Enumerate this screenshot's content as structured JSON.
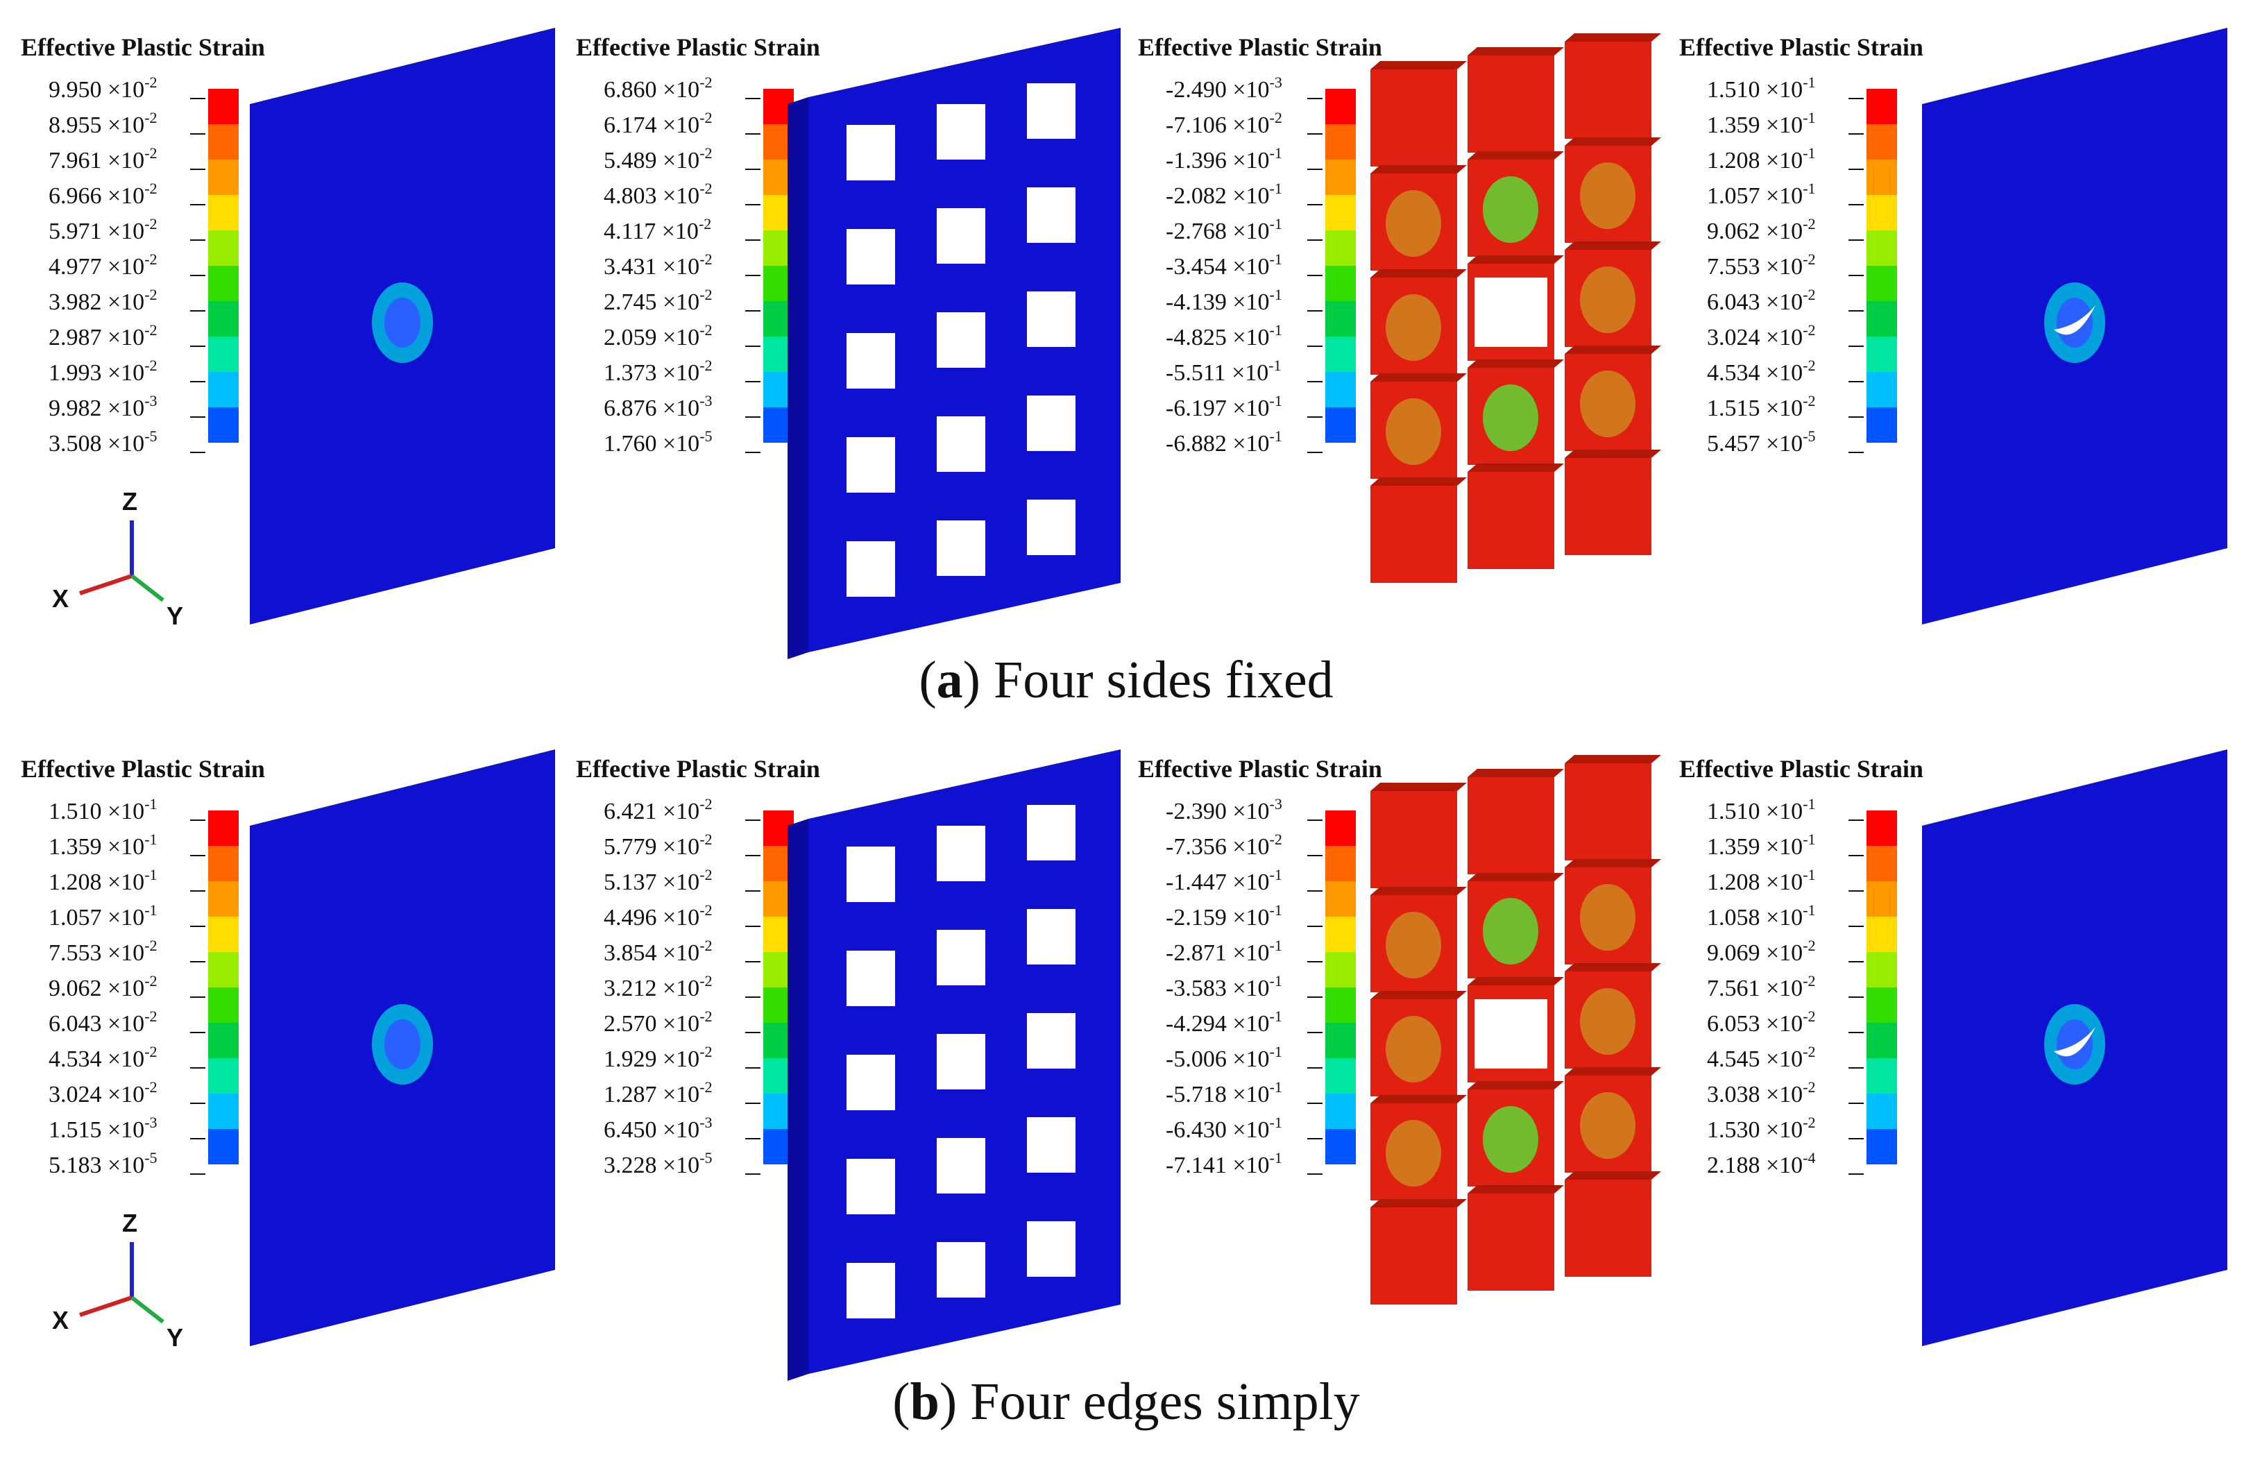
{
  "colors": {
    "scale": [
      "#0000ff",
      "#0055ff",
      "#00bfff",
      "#00e6a0",
      "#00cc44",
      "#33dd00",
      "#99ee00",
      "#ffdd00",
      "#ff9900",
      "#ff6600",
      "#ff0000"
    ],
    "model_blue": "#1010d0",
    "model_red": "#e02010",
    "axis_z": "#2222cc",
    "axis_x": "#cc2222",
    "axis_y": "#22aa44"
  },
  "axis_triad": {
    "z": "Z",
    "x": "X",
    "y": "Y"
  },
  "rows": [
    {
      "caption": {
        "letter": "a",
        "text": " Four sides fixed"
      },
      "panels": [
        {
          "title": "Effective Plastic Strain",
          "model": "front-plate",
          "labels": [
            {
              "m": "9.950",
              "e": "-2"
            },
            {
              "m": "8.955",
              "e": "-2"
            },
            {
              "m": "7.961",
              "e": "-2"
            },
            {
              "m": "6.966",
              "e": "-2"
            },
            {
              "m": "5.971",
              "e": "-2"
            },
            {
              "m": "4.977",
              "e": "-2"
            },
            {
              "m": "3.982",
              "e": "-2"
            },
            {
              "m": "2.987",
              "e": "-2"
            },
            {
              "m": "1.993",
              "e": "-2"
            },
            {
              "m": "9.982",
              "e": "-3"
            },
            {
              "m": "3.508",
              "e": "-5"
            }
          ]
        },
        {
          "title": "Effective Plastic Strain",
          "model": "frame",
          "labels": [
            {
              "m": "6.860",
              "e": "-2"
            },
            {
              "m": "6.174",
              "e": "-2"
            },
            {
              "m": "5.489",
              "e": "-2"
            },
            {
              "m": "4.803",
              "e": "-2"
            },
            {
              "m": "4.117",
              "e": "-2"
            },
            {
              "m": "3.431",
              "e": "-2"
            },
            {
              "m": "2.745",
              "e": "-2"
            },
            {
              "m": "2.059",
              "e": "-2"
            },
            {
              "m": "1.373",
              "e": "-2"
            },
            {
              "m": "6.876",
              "e": "-3"
            },
            {
              "m": "1.760",
              "e": "-5"
            }
          ]
        },
        {
          "title": "Effective Plastic Strain",
          "model": "blocks",
          "labels": [
            {
              "m": "-2.490",
              "e": "-3"
            },
            {
              "m": "-7.106",
              "e": "-2"
            },
            {
              "m": "-1.396",
              "e": "-1"
            },
            {
              "m": "-2.082",
              "e": "-1"
            },
            {
              "m": "-2.768",
              "e": "-1"
            },
            {
              "m": "-3.454",
              "e": "-1"
            },
            {
              "m": "-4.139",
              "e": "-1"
            },
            {
              "m": "-4.825",
              "e": "-1"
            },
            {
              "m": "-5.511",
              "e": "-1"
            },
            {
              "m": "-6.197",
              "e": "-1"
            },
            {
              "m": "-6.882",
              "e": "-1"
            }
          ]
        },
        {
          "title": "Effective Plastic Strain",
          "model": "back-plate",
          "labels": [
            {
              "m": "1.510",
              "e": "-1"
            },
            {
              "m": "1.359",
              "e": "-1"
            },
            {
              "m": "1.208",
              "e": "-1"
            },
            {
              "m": "1.057",
              "e": "-1"
            },
            {
              "m": "9.062",
              "e": "-2"
            },
            {
              "m": "7.553",
              "e": "-2"
            },
            {
              "m": "6.043",
              "e": "-2"
            },
            {
              "m": "3.024",
              "e": "-2"
            },
            {
              "m": "4.534",
              "e": "-2"
            },
            {
              "m": "1.515",
              "e": "-2"
            },
            {
              "m": "5.457",
              "e": "-5"
            }
          ]
        }
      ]
    },
    {
      "caption": {
        "letter": "b",
        "text": " Four edges simply"
      },
      "panels": [
        {
          "title": "Effective Plastic Strain",
          "model": "front-plate",
          "labels": [
            {
              "m": "1.510",
              "e": "-1"
            },
            {
              "m": "1.359",
              "e": "-1"
            },
            {
              "m": "1.208",
              "e": "-1"
            },
            {
              "m": "1.057",
              "e": "-1"
            },
            {
              "m": "7.553",
              "e": "-2"
            },
            {
              "m": "9.062",
              "e": "-2"
            },
            {
              "m": "6.043",
              "e": "-2"
            },
            {
              "m": "4.534",
              "e": "-2"
            },
            {
              "m": "3.024",
              "e": "-2"
            },
            {
              "m": "1.515",
              "e": "-3"
            },
            {
              "m": "5.183",
              "e": "-5"
            }
          ]
        },
        {
          "title": "Effective Plastic Strain",
          "model": "frame",
          "labels": [
            {
              "m": "6.421",
              "e": "-2"
            },
            {
              "m": "5.779",
              "e": "-2"
            },
            {
              "m": "5.137",
              "e": "-2"
            },
            {
              "m": "4.496",
              "e": "-2"
            },
            {
              "m": "3.854",
              "e": "-2"
            },
            {
              "m": "3.212",
              "e": "-2"
            },
            {
              "m": "2.570",
              "e": "-2"
            },
            {
              "m": "1.929",
              "e": "-2"
            },
            {
              "m": "1.287",
              "e": "-2"
            },
            {
              "m": "6.450",
              "e": "-3"
            },
            {
              "m": "3.228",
              "e": "-5"
            }
          ]
        },
        {
          "title": "Effective Plastic Strain",
          "model": "blocks",
          "labels": [
            {
              "m": "-2.390",
              "e": "-3"
            },
            {
              "m": "-7.356",
              "e": "-2"
            },
            {
              "m": "-1.447",
              "e": "-1"
            },
            {
              "m": "-2.159",
              "e": "-1"
            },
            {
              "m": "-2.871",
              "e": "-1"
            },
            {
              "m": "-3.583",
              "e": "-1"
            },
            {
              "m": "-4.294",
              "e": "-1"
            },
            {
              "m": "-5.006",
              "e": "-1"
            },
            {
              "m": "-5.718",
              "e": "-1"
            },
            {
              "m": "-6.430",
              "e": "-1"
            },
            {
              "m": "-7.141",
              "e": "-1"
            }
          ]
        },
        {
          "title": "Effective Plastic Strain",
          "model": "back-plate",
          "labels": [
            {
              "m": "1.510",
              "e": "-1"
            },
            {
              "m": "1.359",
              "e": "-1"
            },
            {
              "m": "1.208",
              "e": "-1"
            },
            {
              "m": "1.058",
              "e": "-1"
            },
            {
              "m": "9.069",
              "e": "-2"
            },
            {
              "m": "7.561",
              "e": "-2"
            },
            {
              "m": "6.053",
              "e": "-2"
            },
            {
              "m": "4.545",
              "e": "-2"
            },
            {
              "m": "3.038",
              "e": "-2"
            },
            {
              "m": "1.530",
              "e": "-2"
            },
            {
              "m": "2.188",
              "e": "-4"
            }
          ]
        }
      ]
    }
  ]
}
